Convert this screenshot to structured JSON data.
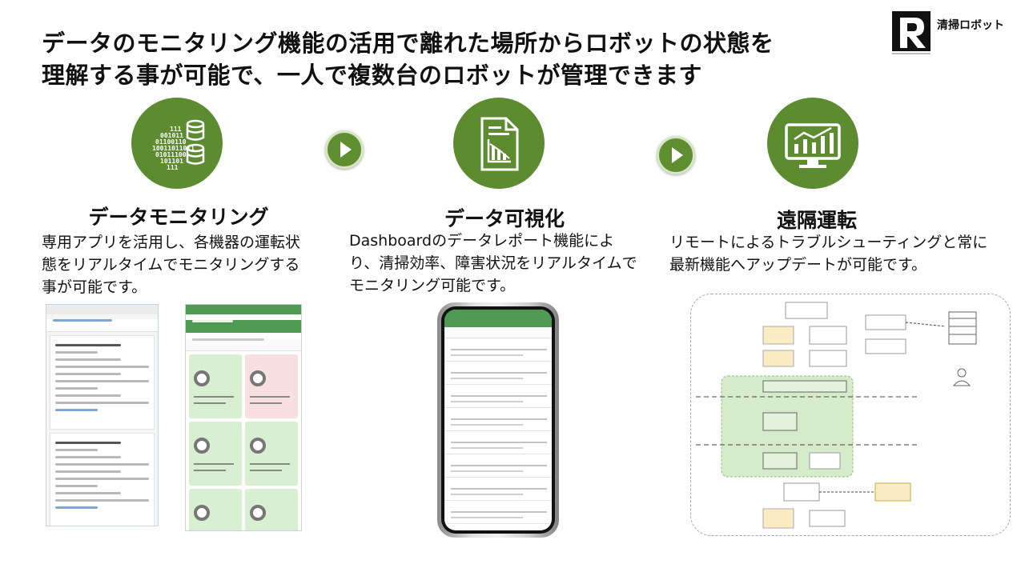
{
  "slide": {
    "headline_line1": "データのモニタリング機能の活用で離れた場所からロボットの状態を",
    "headline_line2": "理解する事が可能で、一人で複数台のロボットが管理できます"
  },
  "logo": {
    "mark": "R",
    "text": "清掃ロボット"
  },
  "colors": {
    "accent_green": "#5c8b30",
    "arrow_green": "#5e8e2f",
    "text": "#111111"
  },
  "features": [
    {
      "icon": "database-binary-icon",
      "title": "データモニタリング",
      "description": "専用アプリを活用し、各機器の運転状態をリアルタイムでモニタリングする事が可能です。"
    },
    {
      "icon": "report-chart-icon",
      "title": "データ可視化",
      "description": "Dashboardのデータレポート機能により、清掃効率、障害状況をリアルタイムでモニタリング可能です。"
    },
    {
      "icon": "monitor-chart-icon",
      "title": "遠隔運転",
      "description": "リモートによるトラブルシューティングと常に最新機能へアップデートが可能です。"
    }
  ],
  "arrows": [
    "play-arrow-icon",
    "play-arrow-icon"
  ],
  "screenshots": {
    "messages_app": "messages-app-screenshot",
    "robot_status_app": "robot-status-app-screenshot",
    "dashboard_phone": "dashboard-phone-screenshot",
    "architecture_diagram": "system-architecture-diagram"
  }
}
